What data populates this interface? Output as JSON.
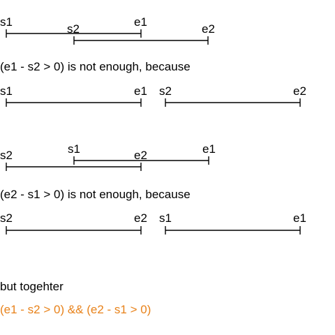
{
  "colors": {
    "ink": "#000000",
    "accent": "#e8821a"
  },
  "groups": [
    {
      "id": "overlap-1",
      "intervals": [
        {
          "start_label": "s1",
          "end_label": "e1"
        },
        {
          "start_label": "s2",
          "end_label": "e2"
        }
      ]
    },
    {
      "id": "counterexample-1",
      "caption": "(e1 - s2 > 0) is not enough, because",
      "intervals": [
        {
          "start_label": "s1",
          "end_label": "e1"
        },
        {
          "start_label": "s2",
          "end_label": "e2"
        }
      ]
    },
    {
      "id": "overlap-2",
      "intervals": [
        {
          "start_label": "s2",
          "end_label": "e2"
        },
        {
          "start_label": "s1",
          "end_label": "e1"
        }
      ]
    },
    {
      "id": "counterexample-2",
      "caption": "(e2 - s1 > 0) is not enough, because",
      "intervals": [
        {
          "start_label": "s2",
          "end_label": "e2"
        },
        {
          "start_label": "s1",
          "end_label": "e1"
        }
      ]
    }
  ],
  "conclusion": {
    "text": "but togehter",
    "formula": "(e1 - s2 > 0) && (e2 - s1 > 0)"
  }
}
